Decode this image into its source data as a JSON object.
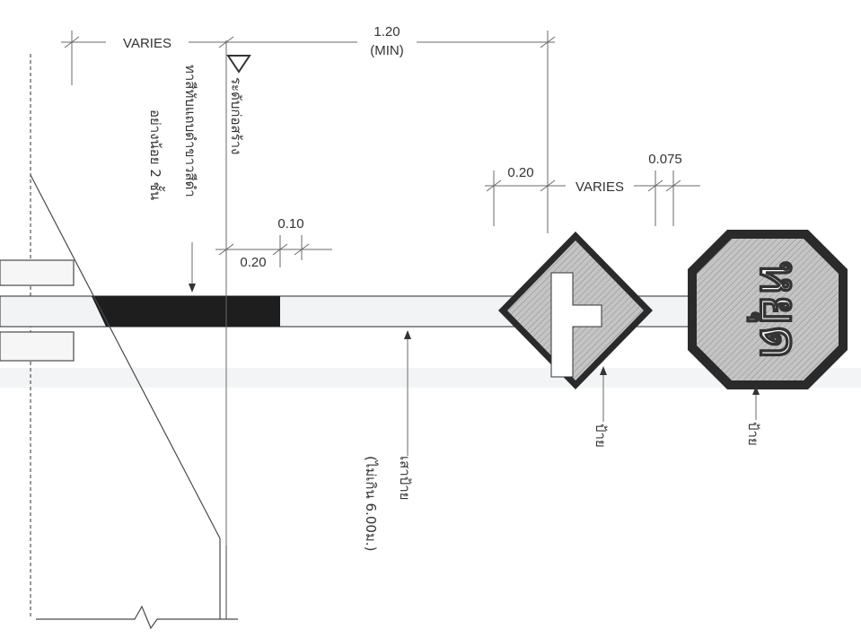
{
  "dimensions": {
    "varies_top": "VARIES",
    "top_span_value": "1.20",
    "top_span_note": "(MIN)",
    "left_offset": "0.20",
    "small_offset": "0.10",
    "sign_offset": "0.20",
    "varies_sign": "VARIES",
    "edge_offset": "0.075"
  },
  "labels": {
    "ground_level": "ระดับก่อสร้าง",
    "paint_line1": "ทาสีทับแถบดำขาวสีดำ",
    "paint_line2": "อย่างน้อย 2 ชั้น",
    "pole_line1": "เสาป้าย",
    "pole_line2": "(ไม่เกิน 6.00ม.)",
    "sign_label_1": "ป้าย",
    "sign_label_2": "ป้าย"
  },
  "signs": {
    "stop_text": "หยุด",
    "colors": {
      "sign_fill": "#bdbdbd",
      "sign_border": "#2a2a2a",
      "symbol": "#ffffff",
      "pole_band": "#1e1e1e"
    }
  }
}
